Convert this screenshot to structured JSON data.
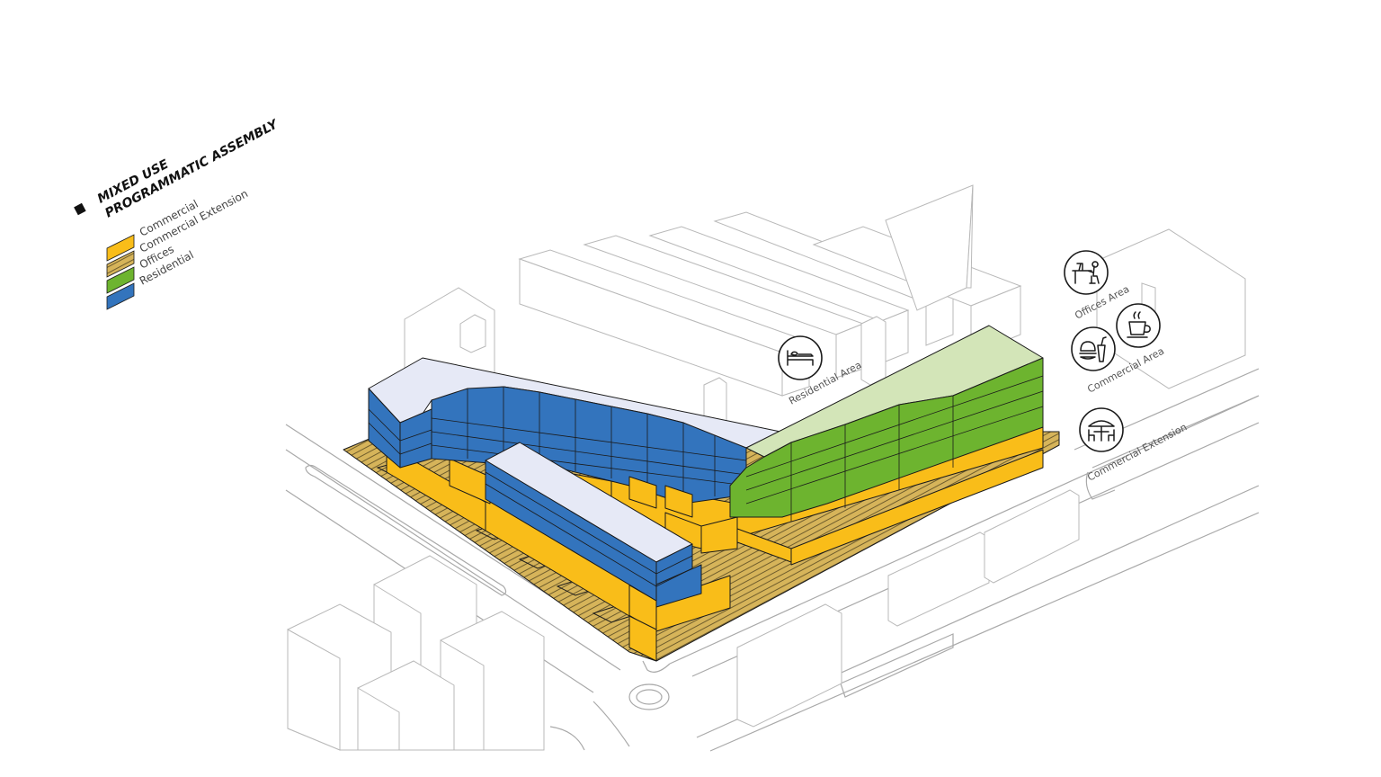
{
  "title": {
    "line1": "MIXED USE",
    "line2": "PROGRAMMATIC ASSEMBLY"
  },
  "legend": [
    {
      "label": "Commercial",
      "color": "#f9bd19",
      "pattern": "solid"
    },
    {
      "label": "Commercial Extension",
      "color": "#f9bd19",
      "pattern": "hatched"
    },
    {
      "label": "Offices",
      "color": "#6db42f",
      "pattern": "solid"
    },
    {
      "label": "Residential",
      "color": "#3374bd",
      "pattern": "solid"
    }
  ],
  "annotations": {
    "residential_area": "Residential Area",
    "offices_area": "Offices Area",
    "commercial_area": "Commercial Area",
    "commercial_extension": "Commercial Extension"
  },
  "icons": {
    "residential": "bed-icon",
    "offices": "desk-worker-icon",
    "commercial_food": "fast-food-icon",
    "commercial_cafe": "coffee-cup-icon",
    "commercial_extension": "outdoor-table-icon"
  },
  "colors": {
    "commercial": "#f9bd19",
    "offices": "#6db42f",
    "offices_roof": "#d3e5b8",
    "residential": "#3374bd",
    "residential_roof": "#e6e9f6",
    "hatch_base": "#d6b45a",
    "hatch_line": "#6f5d2c"
  }
}
